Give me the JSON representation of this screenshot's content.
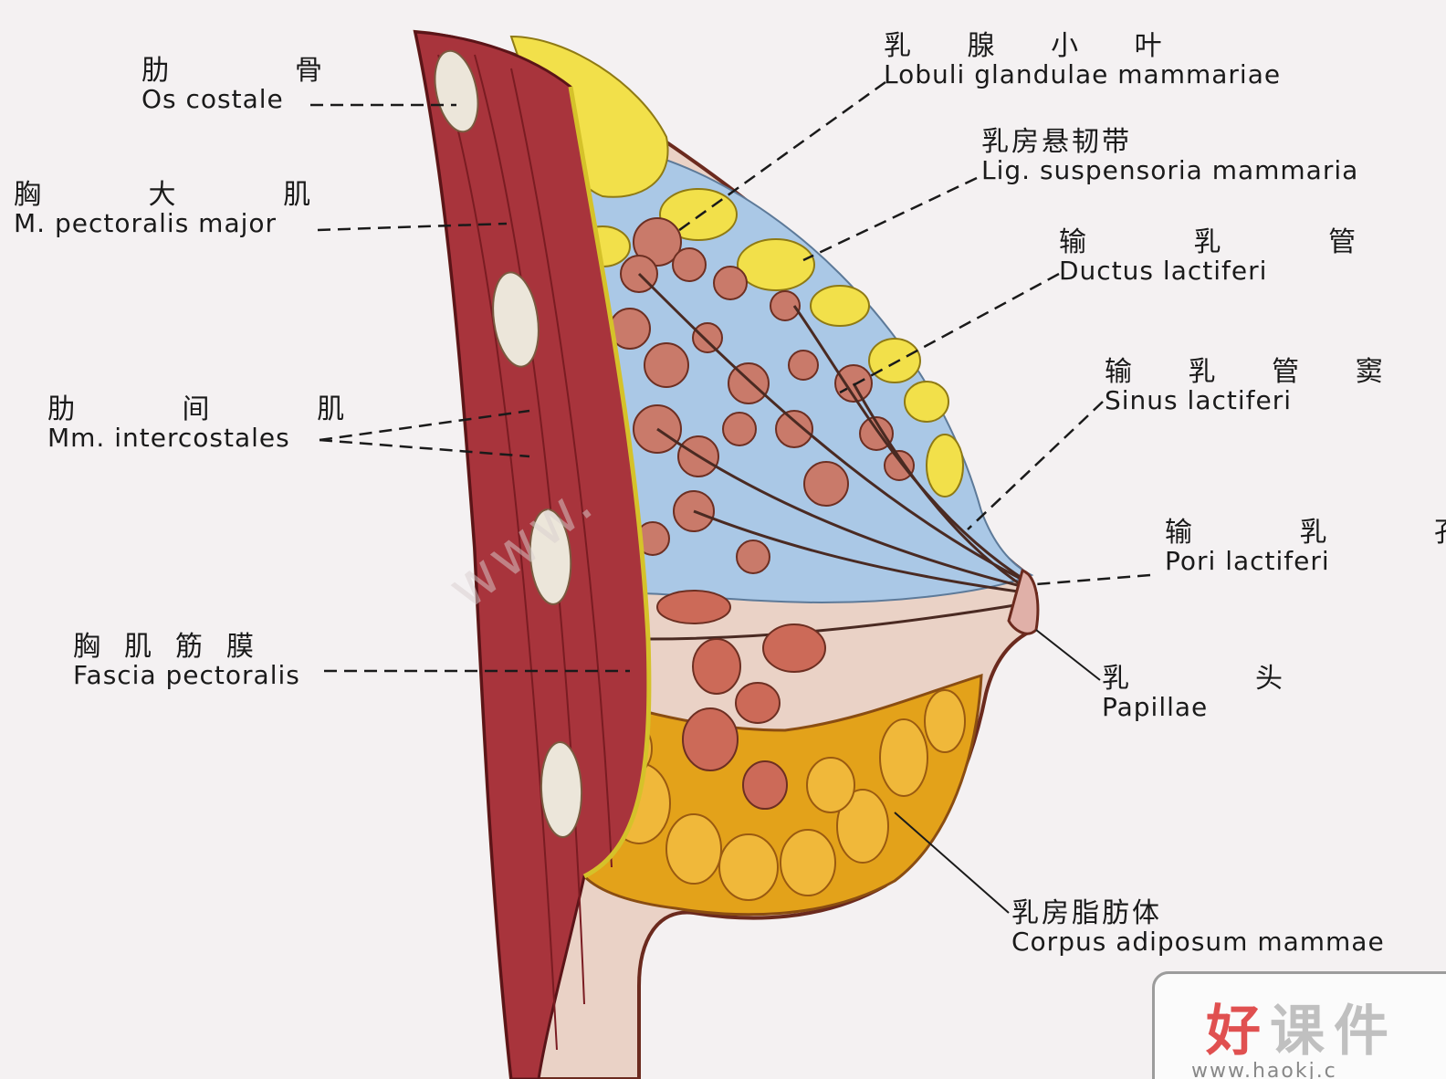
{
  "labels": {
    "os_costale": {
      "cn": "肋　骨",
      "lat": "Os costale"
    },
    "pectoralis_major": {
      "cn": "胸 大 肌",
      "lat": "M. pectoralis major"
    },
    "intercostales": {
      "cn": "肋 间 肌",
      "lat": "Mm. intercostales"
    },
    "fascia_pectoralis": {
      "cn": "胸肌筋膜",
      "lat": "Fascia pectoralis"
    },
    "lobuli": {
      "cn": "乳 腺 小 叶",
      "lat": "Lobuli glandulae mammariae"
    },
    "lig_suspensoria": {
      "cn": "乳房悬韧带",
      "lat": "Lig. suspensoria mammaria"
    },
    "ductus": {
      "cn": "输 乳 管",
      "lat": "Ductus lactiferi"
    },
    "sinus": {
      "cn": "输 乳 管 窦",
      "lat": "Sinus lactiferi"
    },
    "pori": {
      "cn": "输 乳 孔",
      "lat": "Pori lactiferi"
    },
    "papillae": {
      "cn": "乳　头",
      "lat": "Papillae"
    },
    "corpus": {
      "cn": "乳房脂肪体",
      "lat": "Corpus adiposum mammae"
    }
  },
  "watermark": "www.",
  "logo": {
    "text": "好课件",
    "url": "www.haokj.c"
  },
  "colors": {
    "muscle": "#a8343c",
    "fat": "#e3a21a",
    "lobule": "#c97a6a",
    "tissue": "#aac8e6",
    "fascia": "#d5c22a",
    "rib": "#ece6da",
    "leader": "#1a1a1a"
  }
}
